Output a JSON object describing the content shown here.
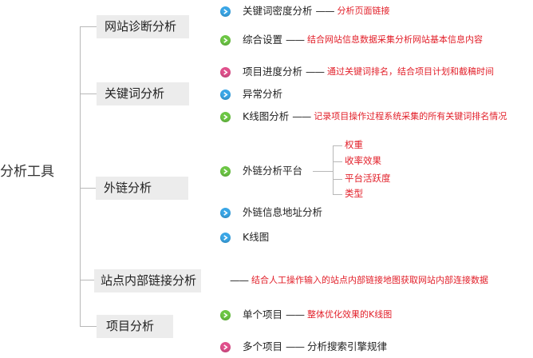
{
  "colors": {
    "category_bg": "#ececec",
    "connector": "#b8b8b8",
    "note_red": "#e2202a",
    "icon_blue": "#3aa6e6",
    "icon_green": "#6cc644",
    "icon_pink": "#e0508c"
  },
  "root": {
    "label": "分析工具"
  },
  "categories": [
    {
      "label": "网站诊断分析"
    },
    {
      "label": "关键词分析"
    },
    {
      "label": "外链分析"
    },
    {
      "label": "站点内部链接分析"
    },
    {
      "label": "项目分析"
    }
  ],
  "items": {
    "site_diag": [
      {
        "icon": "arrow-right-circle-blue",
        "label": "关键词密度分析",
        "dash": "——",
        "note": "分析页面链接"
      },
      {
        "icon": "arrow-right-circle-green",
        "label": "综合设置",
        "dash": "——",
        "note": "结合网站信息数据采集分析网站基本信息内容"
      }
    ],
    "keyword": [
      {
        "icon": "arrow-right-circle-pink",
        "label": "项目进度分析",
        "dash": "——",
        "note": "通过关键词排名，结合项目计划和截稿时间"
      },
      {
        "icon": "arrow-right-circle-blue",
        "label": "异常分析"
      },
      {
        "icon": "arrow-right-circle-green",
        "label": "K线图分析",
        "dash": "——",
        "note": "记录项目操作过程系统采集的所有关键词排名情况"
      }
    ],
    "backlink": [
      {
        "icon": "arrow-right-circle-green",
        "label": "外链分析平台",
        "children": [
          "权重",
          "收率效果",
          "平台活跃度",
          "类型"
        ]
      },
      {
        "icon": "arrow-right-circle-blue",
        "label": "外链信息地址分析"
      },
      {
        "icon": "arrow-right-circle-blue",
        "label": "K线图"
      }
    ],
    "internal_link": {
      "dash": "——",
      "note": "结合人工操作输入的站点内部链接地图获取网站内部连接数据"
    },
    "project": [
      {
        "icon": "arrow-right-circle-green",
        "label": "单个项目",
        "dash": "——",
        "note": "整体优化效果的K线图"
      },
      {
        "icon": "arrow-right-circle-pink",
        "label": "多个项目",
        "dash": "——",
        "note": "分析搜索引擎规律"
      }
    ]
  }
}
